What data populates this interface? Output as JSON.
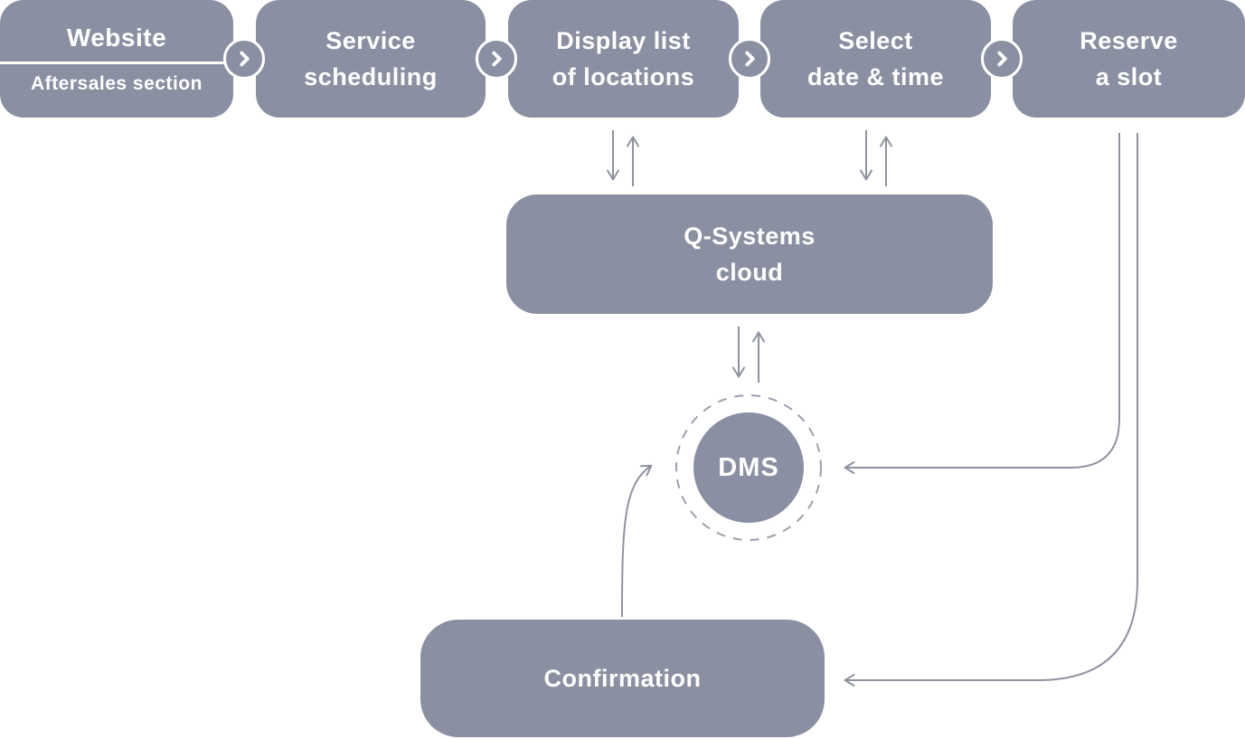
{
  "colors": {
    "node_fill": "#8A90A2",
    "node_text": "#FFFFFF",
    "connector_line": "#8F939E",
    "dashed_ring": "#9BA0AB",
    "background": "#FFFFFF"
  },
  "steps": [
    {
      "id": "website",
      "line1": "Website",
      "line2": "Aftersales section"
    },
    {
      "id": "service-scheduling",
      "line1": "Service",
      "line2": "scheduling"
    },
    {
      "id": "display-locations",
      "line1": "Display list",
      "line2": "of locations"
    },
    {
      "id": "select-date-time",
      "line1": "Select",
      "line2": "date & time"
    },
    {
      "id": "reserve-slot",
      "line1": "Reserve",
      "line2": "a slot"
    }
  ],
  "cloud": {
    "line1": "Q-Systems",
    "line2": "cloud"
  },
  "dms": {
    "label": "DMS"
  },
  "confirmation": {
    "label": "Confirmation"
  },
  "icons": {
    "connector": "chevron-right"
  },
  "connections": [
    {
      "from": "website",
      "to": "service-scheduling",
      "type": "chevron"
    },
    {
      "from": "service-scheduling",
      "to": "display-locations",
      "type": "chevron"
    },
    {
      "from": "display-locations",
      "to": "select-date-time",
      "type": "chevron"
    },
    {
      "from": "select-date-time",
      "to": "reserve-slot",
      "type": "chevron"
    },
    {
      "from": "display-locations",
      "to": "q-systems-cloud",
      "type": "bidirectional"
    },
    {
      "from": "select-date-time",
      "to": "q-systems-cloud",
      "type": "bidirectional"
    },
    {
      "from": "q-systems-cloud",
      "to": "dms",
      "type": "bidirectional"
    },
    {
      "from": "reserve-slot",
      "to": "dms",
      "type": "arrow"
    },
    {
      "from": "reserve-slot",
      "to": "confirmation",
      "type": "arrow"
    },
    {
      "from": "confirmation",
      "to": "dms",
      "type": "arrow"
    }
  ]
}
